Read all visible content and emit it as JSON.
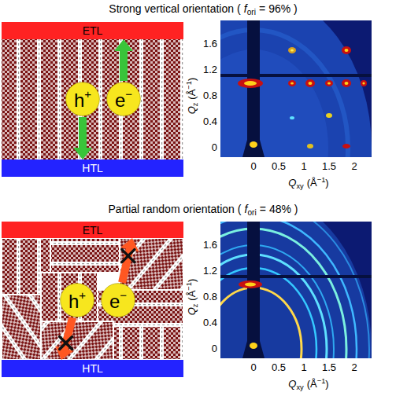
{
  "diagram": {
    "nodes": [
      {
        "text": [
          "ETL"
        ]
      },
      {
        "text": [
          "HTL"
        ]
      },
      {
        "text": [
          "h",
          "+"
        ]
      },
      {
        "text": [
          "e",
          "−"
        ]
      },
      {
        "text": [
          "ETL"
        ]
      },
      {
        "text": [
          "HTL"
        ]
      },
      {
        "text": [
          "h",
          "+"
        ]
      },
      {
        "text": [
          "e",
          "−"
        ]
      }
    ],
    "edges": [
      {
        "from": 2,
        "to": 1,
        "arrow": "to"
      },
      {
        "from": 3,
        "to": 0,
        "arrow": "to"
      },
      {
        "from": 6,
        "to": 5,
        "arrow": "to"
      },
      {
        "from": 7,
        "to": 4,
        "arrow": "to"
      }
    ],
    "labels": [
      "Strong vertical orientation (",
      "f",
      "ori",
      "= 96% )",
      "1.6",
      "1.2",
      "0.8",
      "0.4",
      "0",
      "0",
      "0.5",
      "1",
      "1.5",
      "2",
      "Q",
      "z",
      "(Å",
      "−1",
      ")",
      "Q",
      "xy",
      "(Å",
      "−1",
      ")",
      "Partial random orientation (",
      "f",
      "ori",
      "= 48% )",
      "1.6",
      "1.2",
      "0.8",
      "0.4",
      "0",
      "0",
      "0.5",
      "1",
      "1.5",
      "2",
      "Q",
      "z",
      "(Å",
      "−1",
      ")",
      "Q",
      "xy",
      "(Å",
      "−1",
      ")"
    ]
  }
}
